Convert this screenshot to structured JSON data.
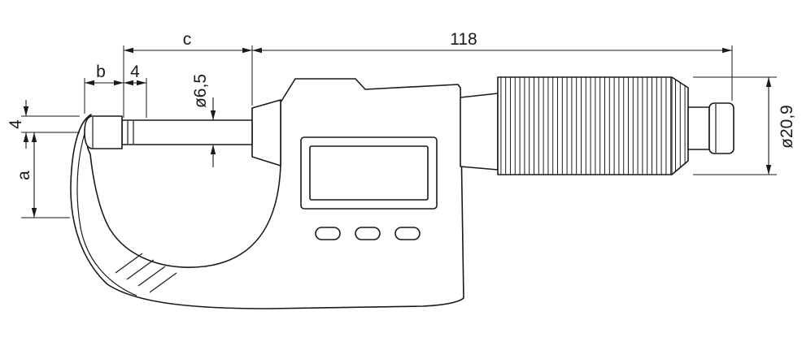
{
  "colors": {
    "line": "#1a1a1a",
    "background": "#ffffff"
  },
  "dimension_labels": {
    "c": "c",
    "length_118": "118",
    "b": "b",
    "top_4": "4",
    "spindle_diameter": "ø6,5",
    "left_4": "4",
    "a": "a",
    "thimble_diameter": "ø20,9"
  }
}
